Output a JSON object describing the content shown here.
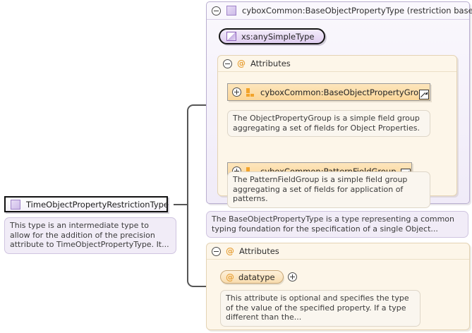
{
  "diagram": {
    "kind": "xml-schema-restriction-diagram",
    "left_node": {
      "label": "TimeObjectPropertyRestrictionType",
      "icon": "complex-type-square-icon",
      "toggle": "collapse-minus-icon",
      "documentation": "This type is an intermediate type to allow for the addition of the precision attribute to TimeObjectPropertyType. It..."
    },
    "base_panel": {
      "title": "cyboxCommon:BaseObjectPropertyType (restriction base)",
      "toggle": "collapse-minus-icon",
      "icon": "complex-type-square-icon",
      "base_type_pill": {
        "label": "xs:anySimpleType",
        "icon": "simple-type-icon"
      },
      "attributes_section": {
        "label": "Attributes",
        "toggle": "collapse-minus-icon",
        "icon": "at-sign-icon",
        "groups": [
          {
            "label": "cyboxCommon:BaseObjectPropertyGroup",
            "toggle": "expand-plus-icon",
            "icon": "attribute-group-icon",
            "link": "external-link-icon",
            "documentation": "The ObjectPropertyGroup is a simple field group aggregating a set of fields for Object Properties."
          },
          {
            "label": "cyboxCommon:PatternFieldGroup",
            "toggle": "expand-plus-icon",
            "icon": "attribute-group-icon",
            "link": "external-link-icon",
            "documentation": "The PatternFieldGroup is a simple field group aggregating a set of fields for application of patterns."
          }
        ]
      },
      "documentation": "The BaseObjectPropertyType is a type representing a common typing foundation for the specification of a single Object..."
    },
    "local_attributes_panel": {
      "label": "Attributes",
      "toggle": "collapse-minus-icon",
      "icon": "at-sign-icon",
      "attributes": [
        {
          "name": "datatype",
          "icon": "at-sign-icon",
          "toggle": "expand-plus-icon",
          "documentation": "This attribute is optional and specifies the type of the value of the specified property. If a type different than the..."
        }
      ]
    },
    "colors": {
      "panel_purple": "#f0ebf8",
      "panel_orange": "#fdf6e9",
      "group_orange": "#fbd79a",
      "accent_at": "#e8a33d",
      "border_purple": "#b9aed0",
      "connector": "#555555"
    }
  }
}
